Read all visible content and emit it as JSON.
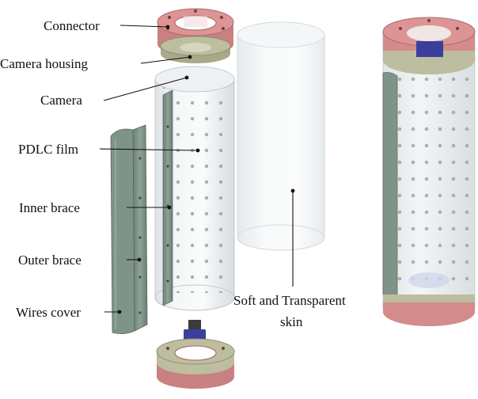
{
  "colors": {
    "connector": "#d98f8f",
    "connector_dark": "#b86e6e",
    "khaki_ring": "#b7b79a",
    "brace": "#7f9488",
    "pcb": "#3a3f9e",
    "film_edge": "#c7ccd0"
  },
  "labels": {
    "connector": "Connector",
    "camera_housing": "Camera housing",
    "camera": "Camera",
    "pdlc_film": "PDLC film",
    "inner_brace": "Inner brace",
    "outer_brace": "Outer brace",
    "wires_cover": "Wires cover",
    "skin_line1": "Soft and Transparent",
    "skin_line2": "skin"
  }
}
